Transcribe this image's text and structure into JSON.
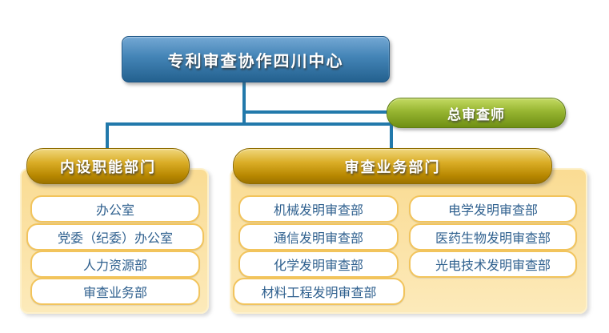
{
  "root": {
    "label": "专利审查协作四川中心"
  },
  "chief": {
    "label": "总审查师"
  },
  "branches": [
    {
      "id": "internal-functional",
      "header": "内设职能部门",
      "items": [
        "办公室",
        "党委（纪委）办公室",
        "人力资源部",
        "审查业务部"
      ]
    },
    {
      "id": "examination-business",
      "header": "审查业务部门",
      "columns": [
        [
          "机械发明审查部",
          "通信发明审查部",
          "化学发明审查部",
          "材料工程发明审查部"
        ],
        [
          "电学发明审查部",
          "医药生物发明审查部",
          "光电技术发明审查部"
        ]
      ]
    }
  ],
  "colors": {
    "root_box": "#3E7EB1",
    "chief_pill": "#97B531",
    "branch_header_gold": "#DAAD26",
    "panel_background": "#FBE3A8",
    "item_border": "#F2C45C",
    "item_text": "#30618F",
    "connector": "#2279AB"
  }
}
